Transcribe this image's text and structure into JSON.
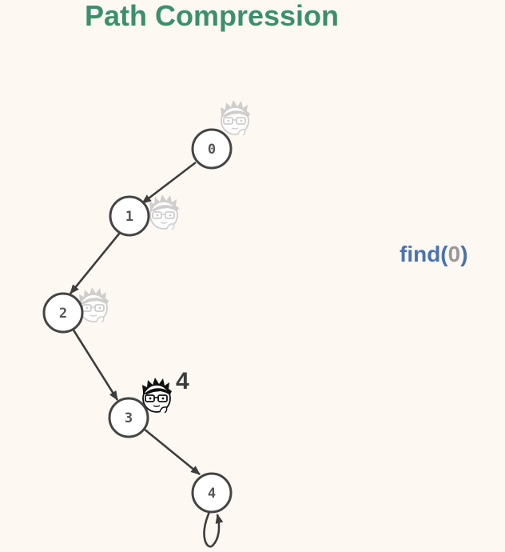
{
  "title": "Path Compression",
  "call": {
    "fn": "find(",
    "arg": "0",
    "close": ")"
  },
  "counter": "4",
  "nodes": [
    {
      "id": "0",
      "label": "0",
      "visited": true
    },
    {
      "id": "1",
      "label": "1",
      "visited": true
    },
    {
      "id": "2",
      "label": "2",
      "visited": true
    },
    {
      "id": "3",
      "label": "3",
      "current": true
    },
    {
      "id": "4",
      "label": "4",
      "root": true
    }
  ],
  "edges": [
    {
      "from": "0",
      "to": "1"
    },
    {
      "from": "1",
      "to": "2"
    },
    {
      "from": "2",
      "to": "3"
    },
    {
      "from": "3",
      "to": "4"
    },
    {
      "from": "4",
      "to": "4",
      "self_loop": true
    }
  ],
  "colors": {
    "title": "#3c8f6d",
    "call": "#4a72b0",
    "arg": "#999999",
    "node_stroke": "#444444",
    "node_fill": "#ffffff",
    "edge": "#3d3d3d",
    "background": "#fdf8f2"
  },
  "avatar_icon": "face-with-glasses-icon"
}
